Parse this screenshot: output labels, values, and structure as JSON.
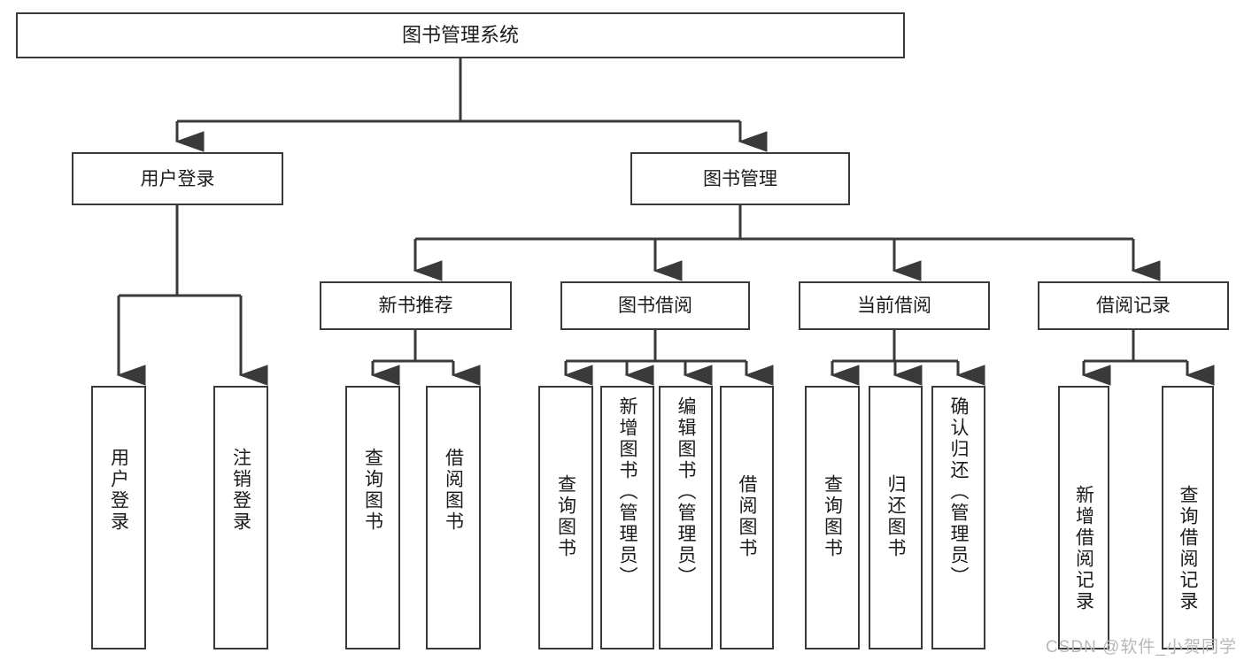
{
  "diagram": {
    "title": "图书管理系统",
    "type": "tree-hierarchy",
    "watermark": "CSDN @软件_小贺同学",
    "colors": {
      "stroke": "#3a3a3a",
      "box_fill": "#ffffff",
      "text": "#1b1b1b",
      "watermark": "#b8b8b8",
      "background": "#ffffff"
    },
    "root": {
      "label": "图书管理系统"
    },
    "level2": [
      {
        "label": "用户登录"
      },
      {
        "label": "图书管理"
      }
    ],
    "level3": [
      {
        "label": "新书推荐"
      },
      {
        "label": "图书借阅"
      },
      {
        "label": "当前借阅"
      },
      {
        "label": "借阅记录"
      }
    ],
    "leaves": {
      "user_login": [
        {
          "label": "用户登录"
        },
        {
          "label": "注销登录"
        }
      ],
      "new_book": [
        {
          "label": "查询图书"
        },
        {
          "label": "借阅图书"
        }
      ],
      "book_borrow": [
        {
          "label": "查询图书"
        },
        {
          "label": "新增图书（管理员）"
        },
        {
          "label": "编辑图书（管理员）"
        },
        {
          "label": "借阅图书"
        }
      ],
      "current_borrow": [
        {
          "label": "查询图书"
        },
        {
          "label": "归还图书"
        },
        {
          "label": "确认归还（管理员）"
        }
      ],
      "borrow_record": [
        {
          "label": "新增借阅记录"
        },
        {
          "label": "查询借阅记录"
        }
      ]
    }
  }
}
